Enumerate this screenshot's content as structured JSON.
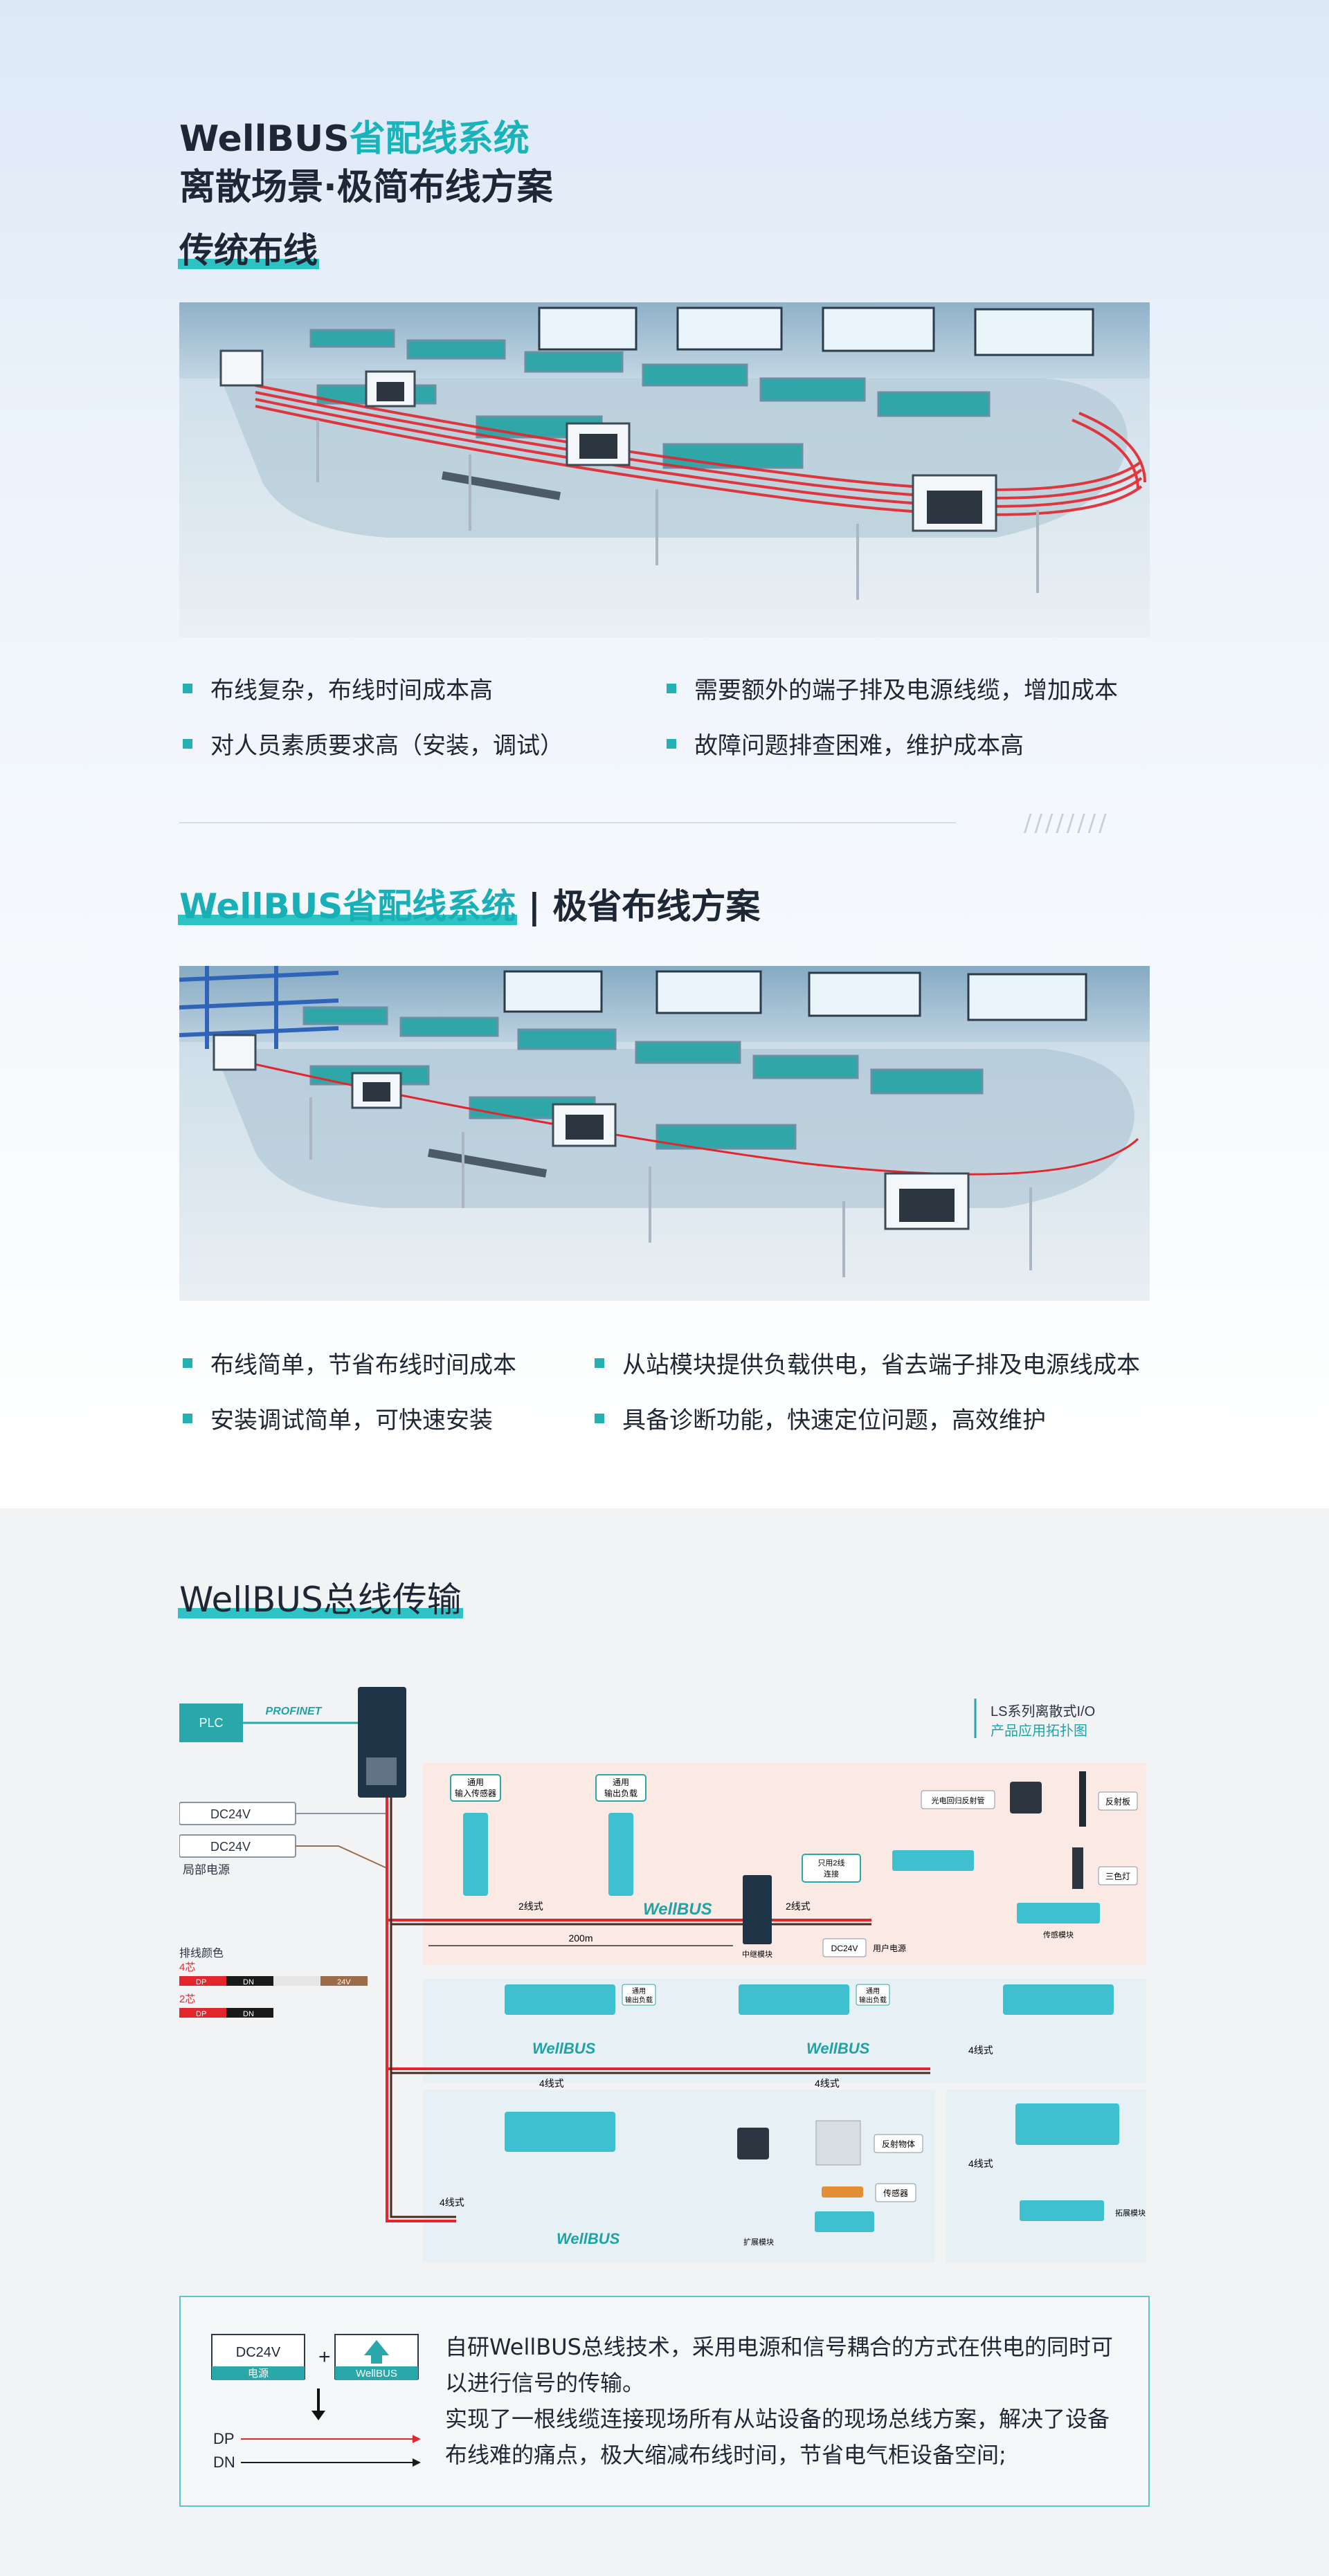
{
  "hero": {
    "brand": "WellBUS",
    "brand_suffix": "省配线系统",
    "subtitle": "离散场景·极简布线方案"
  },
  "section_traditional": {
    "title": "传统布线",
    "bullets": [
      "布线复杂，布线时间成本高",
      "需要额外的端子排及电源线缆，增加成本",
      "对人员素质要求高（安装，调试）",
      "故障问题排查困难，维护成本高"
    ]
  },
  "divider_mark": "////////",
  "section_wellbus": {
    "title_highlight": "WellBUS省配线系统",
    "title_rest": "| 极省布线方案",
    "bullets": [
      "布线简单，节省布线时间成本",
      "从站模块提供负载供电，省去端子排及电源线成本",
      "安装调试简单，可快速安装",
      "具备诊断功能，快速定位问题，高效维护"
    ]
  },
  "section_bus": {
    "title": "WellBUS总线传输"
  },
  "diagram": {
    "plc": "PLC",
    "profinet": "PROFINET",
    "dc24v_1": "DC24V",
    "dc24v_2": "DC24V",
    "local_power": "局部电源",
    "cable_color_title": "排线颜色",
    "cable_4core": "4芯",
    "cable_2core": "2芯",
    "dp": "DP",
    "dn": "DN",
    "v24": "24V",
    "legend_title_1": "LS系列离散式I/O",
    "legend_title_2": "产品应用拓扑图",
    "generic_input": "通用",
    "generic_input_2": "输入传感器",
    "generic_output": "通用",
    "generic_output_2": "输出负载",
    "two_wire": "2线式",
    "four_wire": "4线式",
    "wellbus_label": "WellBUS",
    "distance": "200m",
    "mid_module": "中继模块",
    "user_power": "用户电源",
    "only_two_wire": "只用2线",
    "only_two_wire_2": "连接",
    "photo_sensor": "光电回归反射管",
    "reflector": "反射板",
    "tri_light": "三色灯",
    "transfer_module": "传感模块",
    "reflector_body": "反射物体",
    "sensor": "传感器",
    "expand_module": "扩展模块",
    "io_module": "拓展模块"
  },
  "info": {
    "dc24v": "DC24V",
    "power": "电源",
    "wellbus": "WellBUS",
    "dp": "DP",
    "dn": "DN",
    "line1": "自研WellBUS总线技术，采用电源和信号耦合的方式在供电的同时可",
    "line2": "以进行信号的传输。",
    "line3": "实现了一根线缆连接现场所有从站设备的现场总线方案，解决了设备",
    "line4": "布线难的痛点，极大缩减布线时间，节省电气柜设备空间;"
  },
  "colors": {
    "accent": "#19b3ba",
    "bullet": "#23b1b3",
    "wire_red": "#e2262e",
    "zone_pink": "#fbe9e4",
    "zone_blue": "#e7f0f4"
  }
}
